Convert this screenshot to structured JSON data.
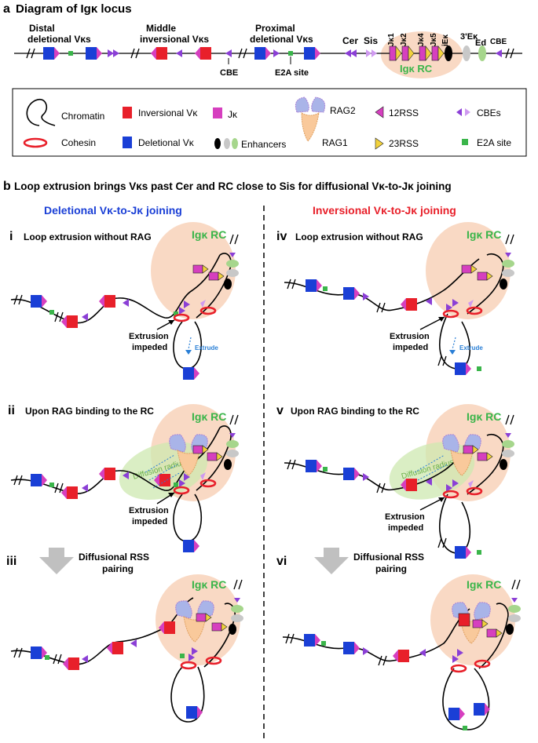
{
  "panel_a": {
    "letter": "a",
    "title": "Diagram of Igκ locus",
    "regions": {
      "distal": [
        "Distal",
        "deletional Vκs"
      ],
      "middle": [
        "Middle",
        "inversional Vκs"
      ],
      "proximal": [
        "Proximal",
        "deletional Vκs"
      ]
    },
    "cbe": "CBE",
    "e2a": "E2A site",
    "cer": "Cer",
    "sis": "Sis",
    "jk": [
      "Jκ1",
      "Jκ2",
      "Jκ4",
      "Jκ5"
    ],
    "iek": "iEκ",
    "ek3": "3'Eκ",
    "ed": "Ed",
    "cbe2": "CBE",
    "rc": "Igκ RC"
  },
  "legend": {
    "chromatin": "Chromatin",
    "cohesin": "Cohesin",
    "inv_vk": "Inversional Vκ",
    "del_vk": "Deletional Vκ",
    "jk": "Jκ",
    "enhancers": "Enhancers",
    "rag2": "RAG2",
    "rag1": "RAG1",
    "rss12": "12RSS",
    "rss23": "23RSS",
    "cbes": "CBEs",
    "e2a": "E2A site"
  },
  "panel_b": {
    "letter": "b",
    "title": "Loop extrusion brings Vκs past Cer and RC close to Sis for diffusional Vκ-to-Jκ joining",
    "left_heading": "Deletional Vκ-to-Jκ joining",
    "right_heading": "Inversional Vκ-to-Jκ joining",
    "i": "i",
    "ii": "ii",
    "iii": "iii",
    "iv": "iv",
    "v": "v",
    "vi": "vi",
    "no_rag": "Loop extrusion without RAG",
    "rag_binding": "Upon RAG binding to the RC",
    "diffusional": [
      "Diffusional RSS",
      "pairing"
    ],
    "rc": "Igκ RC",
    "impeded": [
      "Extrusion",
      "impeded"
    ],
    "extrude": "Extrude",
    "radius": "Diffusion radius"
  },
  "colors": {
    "inversional": "#e8202a",
    "deletional": "#1a3fd6",
    "jk": "#d63fbf",
    "cbe": "#8b3fd6",
    "e2a": "#3ab54a",
    "rc_bg": "#f9d9c4",
    "rag2": "#a9b4e8",
    "rag1": "#f9c99b",
    "rss23": "#f2d23c",
    "heading_green": "#3ab54a"
  }
}
